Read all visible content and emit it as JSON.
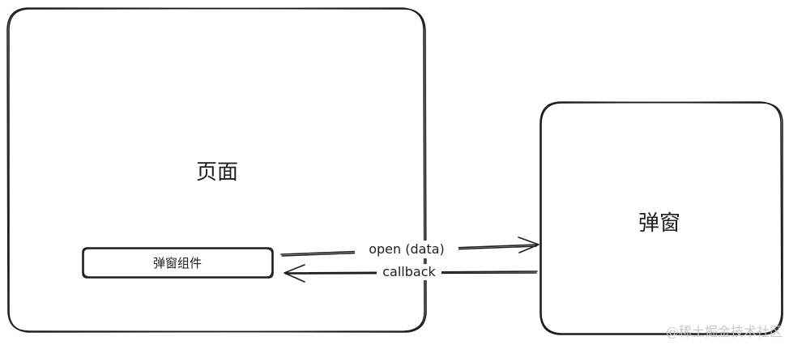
{
  "nodes": {
    "page": {
      "label": "页面"
    },
    "component": {
      "label": "弹窗组件"
    },
    "popup": {
      "label": "弹窗"
    }
  },
  "edges": {
    "open": {
      "label": "open (data)"
    },
    "callback": {
      "label": "callback"
    }
  },
  "watermark": {
    "text": "@稀土掘金技术社区"
  }
}
